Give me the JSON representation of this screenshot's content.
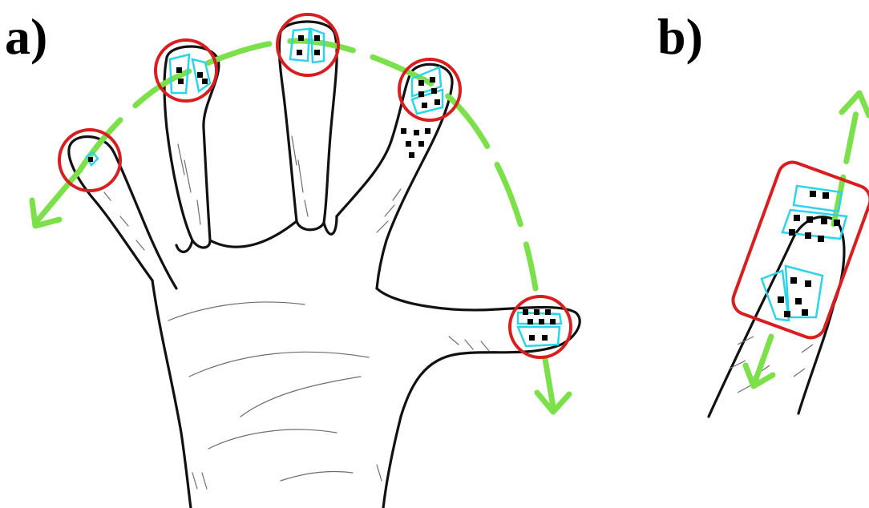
{
  "panels": {
    "a": {
      "label": "a)"
    },
    "b": {
      "label": "b)"
    }
  },
  "colors": {
    "outline": "#111111",
    "sketch": "#6e6e6e",
    "highlight_circle": "#d81e1e",
    "arrow": "#7be04a",
    "sensor_patch": "#2cd4e8",
    "sensor_dot": "#000000"
  },
  "icons": {
    "arrow": "green-arrow-icon",
    "circle": "red-circle-highlight",
    "sensor": "sensor-patch-icon"
  }
}
